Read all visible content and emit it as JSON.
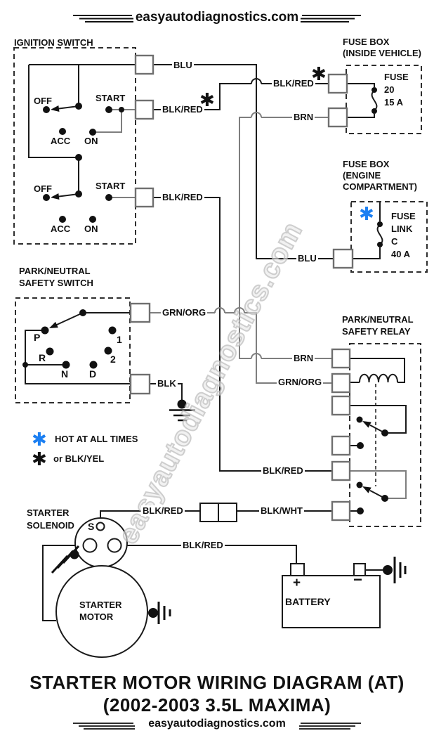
{
  "header": {
    "site": "easyautodiagnostics.com"
  },
  "footer": {
    "site": "easyautodiagnostics.com"
  },
  "title": {
    "line1": "STARTER MOTOR WIRING DIAGRAM (AT)",
    "line2": "(2002-2003 3.5L MAXIMA)"
  },
  "watermark": {
    "text": "easyautodiagnostics.com"
  },
  "colors": {
    "hot": "#1b7ff2",
    "wire": "#1a1a1a",
    "wire_gray": "#7e7e7e"
  },
  "legend": {
    "hot_symbol": "✱",
    "hot_text": "HOT AT ALL TIMES",
    "alt_symbol": "✱",
    "alt_text": "or BLK/YEL"
  },
  "ignition_switch": {
    "title": "IGNITION SWITCH",
    "top": {
      "off": "OFF",
      "start": "START",
      "acc": "ACC",
      "on": "ON"
    },
    "bottom": {
      "off": "OFF",
      "start": "START",
      "acc": "ACC",
      "on": "ON"
    }
  },
  "fuse_box_inside": {
    "title1": "FUSE BOX",
    "title2": "(INSIDE VEHICLE)",
    "fuse": "FUSE",
    "number": "20",
    "rating": "15 A"
  },
  "fuse_box_engine": {
    "title1": "FUSE BOX",
    "title2": "(ENGINE",
    "title3": "COMPARTMENT)",
    "fuse": "FUSE",
    "link": "LINK",
    "id": "C",
    "rating": "40 A",
    "hot_symbol": "✱"
  },
  "pn_switch": {
    "title1": "PARK/NEUTRAL",
    "title2": "SAFETY SWITCH",
    "p": "P",
    "r": "R",
    "n": "N",
    "d": "D",
    "one": "1",
    "two": "2"
  },
  "pn_relay": {
    "title1": "PARK/NEUTRAL",
    "title2": "SAFETY RELAY"
  },
  "wires": {
    "asterisk1": "✱",
    "asterisk2": "✱",
    "blu_ignition": "BLU",
    "blk_red_ignition_top": "BLK/RED",
    "blk_red_fusebox": "BLK/RED",
    "brn_fusebox": "BRN",
    "blk_red_ignition_bottom": "BLK/RED",
    "blu_engine_fuse": "BLU",
    "grn_org_switch": "GRN/ORG",
    "brn_relay": "BRN",
    "grn_org_relay": "GRN/ORG",
    "blk_ground": "BLK",
    "blk_red_relay": "BLK/RED",
    "blk_red_solenoid": "BLK/RED",
    "blk_wht_relay": "BLK/WHT",
    "blk_red_battery": "BLK/RED"
  },
  "starter_solenoid": {
    "title1": "STARTER",
    "title2": "SOLENOID",
    "terminal": "S"
  },
  "starter_motor": {
    "line1": "STARTER",
    "line2": "MOTOR"
  },
  "battery": {
    "label": "BATTERY",
    "plus": "+",
    "minus": "−"
  }
}
